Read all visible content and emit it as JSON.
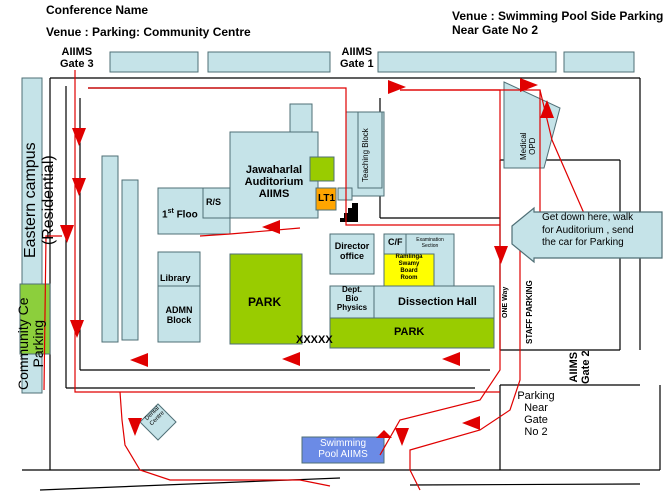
{
  "header": {
    "conference_name": "Conference Name",
    "venue_main": "Venue : Parking:  Community Centre",
    "venue_pool_line1": "Venue : Swimming Pool  Side Parking",
    "venue_pool_line2": "Near Gate No 2"
  },
  "gates": {
    "gate3_line1": "AIIMS",
    "gate3_line2": "Gate 3",
    "gate1_line1": "AIIMS",
    "gate1_line2": "Gate 1",
    "gate2_line1": "AIIMS",
    "gate2_line2": "Gate 2"
  },
  "areas": {
    "eastern_campus_line1": "Eastern campus",
    "eastern_campus_line2": "(Residential)",
    "community_centre_line1": "Community Ce",
    "community_centre_line2": "Parking"
  },
  "buildings": {
    "teaching_block": "Teaching Block",
    "medical_opd_line1": "Medical",
    "medical_opd_line2": "OPD",
    "jawaharlal_line1": "Jawaharlal",
    "jawaharlal_line2": "Auditorium",
    "jawaharlal_line3": "AIIMS",
    "rs": "R/S",
    "first_floor_num": "1",
    "first_floor_sup": "st",
    "first_floor_rest": " Floo",
    "lt1": "LT1",
    "director_line1": "Director",
    "director_line2": "office",
    "cf": "C/F",
    "exam_section_line1": "Examination",
    "exam_section_line2": "Section",
    "ramlinga_line1": "Ramlinga",
    "ramlinga_line2": "Swamy",
    "ramlinga_line3": "Board",
    "ramlinga_line4": "Room",
    "library": "Library",
    "admn_line1": "ADMN",
    "admn_line2": "Block",
    "park_main": "PARK",
    "dept_line1": "Dept.",
    "dept_line2": "Bio",
    "dept_line3": "Physics",
    "dissection_hall": "Dissection Hall",
    "park_lower": "PARK",
    "xxxxx": "XXXXX",
    "dental_line1": "Dental",
    "dental_line2": "Centre",
    "swimming_pool_line1": "Swimming",
    "swimming_pool_line2": "Pool AIIMS"
  },
  "labels": {
    "one_way": "ONE Way",
    "staff_parking": "STAFF PARKING",
    "parking_near_gate_line1": "Parking",
    "parking_near_gate_line2": "Near",
    "parking_near_gate_line3": "Gate",
    "parking_near_gate_line4": "No 2"
  },
  "callout": {
    "line1": "Get down here, walk",
    "line2": "for Auditorium , send",
    "line3": "the car for Parking"
  },
  "colors": {
    "building_fill": "#c5e3e8",
    "building_stroke": "#4f6f76",
    "park_green": "#99cc00",
    "community_green": "#8ccf3c",
    "yellow": "#ffff00",
    "orange": "#ffa500",
    "pool_blue": "#6b8be6",
    "route_red": "#e00000",
    "road_line": "#000000"
  }
}
